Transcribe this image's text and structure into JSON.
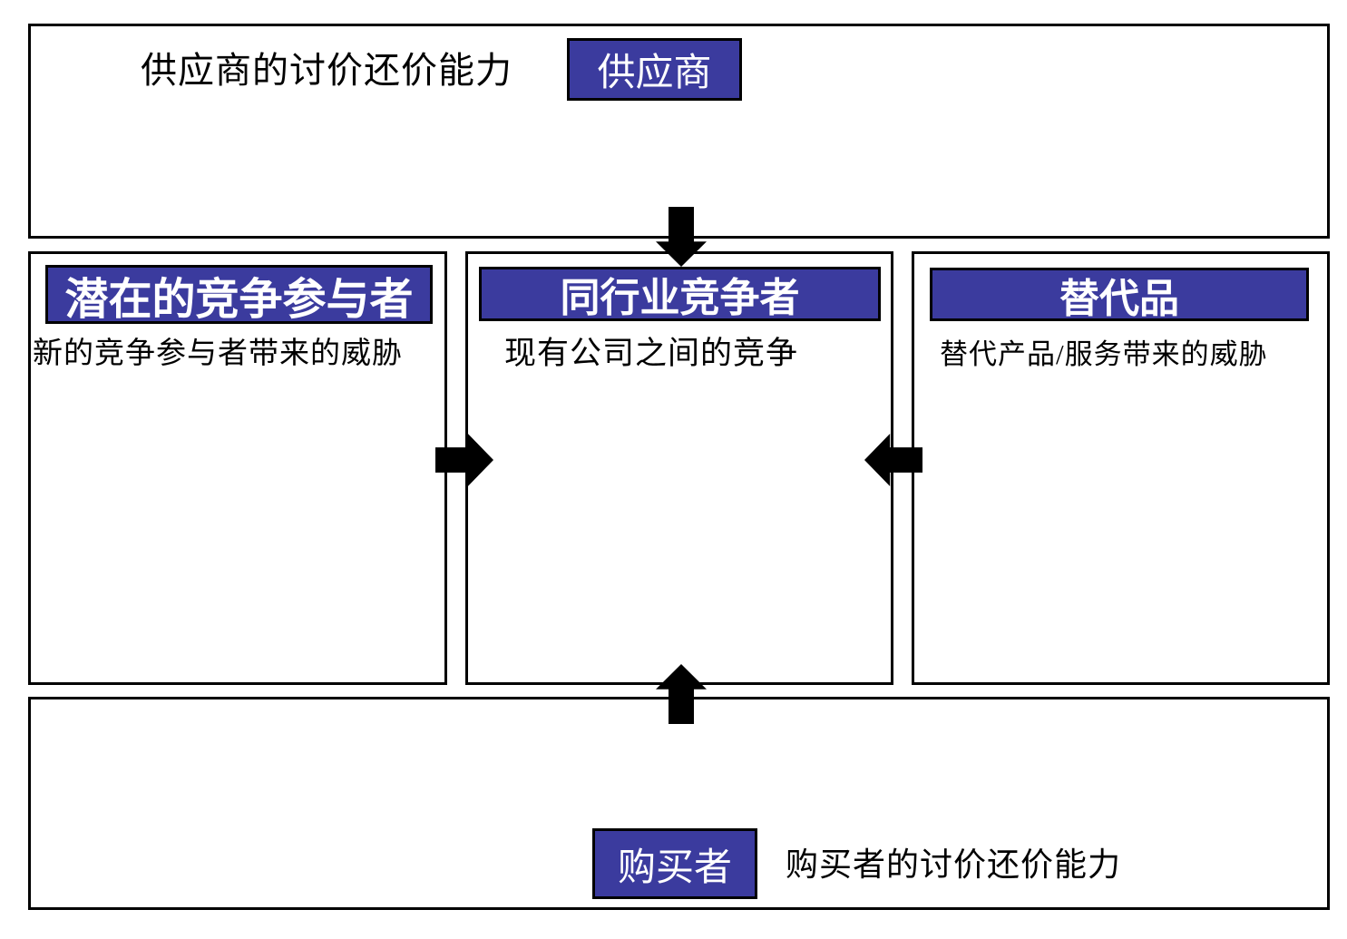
{
  "diagram": {
    "type": "five-forces",
    "colors": {
      "header_bg": "#3B3B9E",
      "header_text": "#FFFFFF",
      "border": "#000000",
      "arrow": "#000000"
    },
    "top": {
      "label": "供应商的讨价还价能力",
      "box": "供应商"
    },
    "left": {
      "header": "潜在的竞争参与者",
      "caption": "新的竞争参与者带来的威胁"
    },
    "center": {
      "header": "同行业竞争者",
      "caption": "现有公司之间的竞争"
    },
    "right": {
      "header": "替代品",
      "caption": "替代产品/服务带来的威胁"
    },
    "bottom": {
      "box": "购买者",
      "label": "购买者的讨价还价能力"
    },
    "arrows": [
      {
        "name": "down",
        "meaning": "supplier force toward industry rivals"
      },
      {
        "name": "right",
        "meaning": "potential entrants force toward industry rivals"
      },
      {
        "name": "left",
        "meaning": "substitutes force toward industry rivals"
      },
      {
        "name": "up",
        "meaning": "buyer force toward industry rivals"
      }
    ]
  }
}
